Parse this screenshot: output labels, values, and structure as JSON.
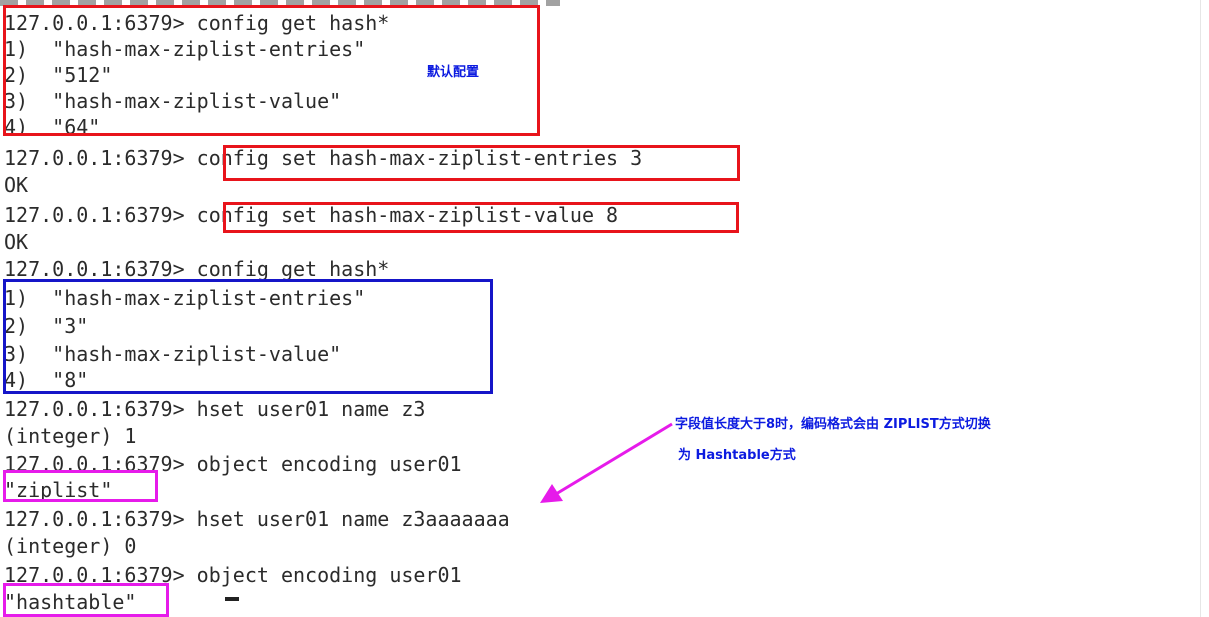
{
  "terminal": {
    "lines": [
      "127.0.0.1:6379> config get hash*",
      "1)  \"hash-max-ziplist-entries\"",
      "2)  \"512\"",
      "3)  \"hash-max-ziplist-value\"",
      "4)  \"64\"",
      "127.0.0.1:6379> config set hash-max-ziplist-entries 3",
      "OK",
      "127.0.0.1:6379> config set hash-max-ziplist-value 8",
      "OK",
      "127.0.0.1:6379> config get hash*",
      "1)  \"hash-max-ziplist-entries\"",
      "2)  \"3\"",
      "3)  \"hash-max-ziplist-value\"",
      "4)  \"8\"",
      "127.0.0.1:6379> hset user01 name z3",
      "(integer) 1",
      "127.0.0.1:6379> object encoding user01",
      "\"ziplist\"",
      "127.0.0.1:6379> hset user01 name z3aaaaaaa",
      "(integer) 0",
      "127.0.0.1:6379> object encoding user01",
      "\"hashtable\""
    ]
  },
  "annotations": {
    "default_config": "默认配置",
    "switch_note_line1": "字段值长度大于8时，编码格式会由 ZIPLIST方式切换",
    "switch_note_line2": "为 Hashtable方式"
  },
  "colors": {
    "red_box": "#e8141b",
    "blue_box": "#1515c8",
    "magenta_box": "#e61bea",
    "note_text": "#0c1be0"
  }
}
